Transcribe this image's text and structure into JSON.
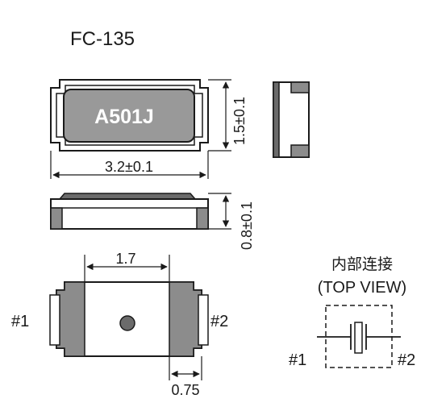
{
  "title": "FC-135",
  "marking": "A501J",
  "dimensions": {
    "length": "3.2±0.1",
    "width": "1.5±0.1",
    "height": "0.8±0.1",
    "pad_spacing": "1.7",
    "pad_width": "0.75"
  },
  "pins": {
    "pin1": "#1",
    "pin2": "#2"
  },
  "schematic": {
    "heading": "内部连接",
    "subheading": "(TOP VIEW)",
    "pin1": "#1",
    "pin2": "#2"
  },
  "colors": {
    "body_outline": "#1a1a1a",
    "body_fill": "#ffffff",
    "ceramic_base": "#6b6b6b",
    "pad": "#8c8c8c",
    "marking_fill": "#999999",
    "ink": "#1a1a1a"
  }
}
